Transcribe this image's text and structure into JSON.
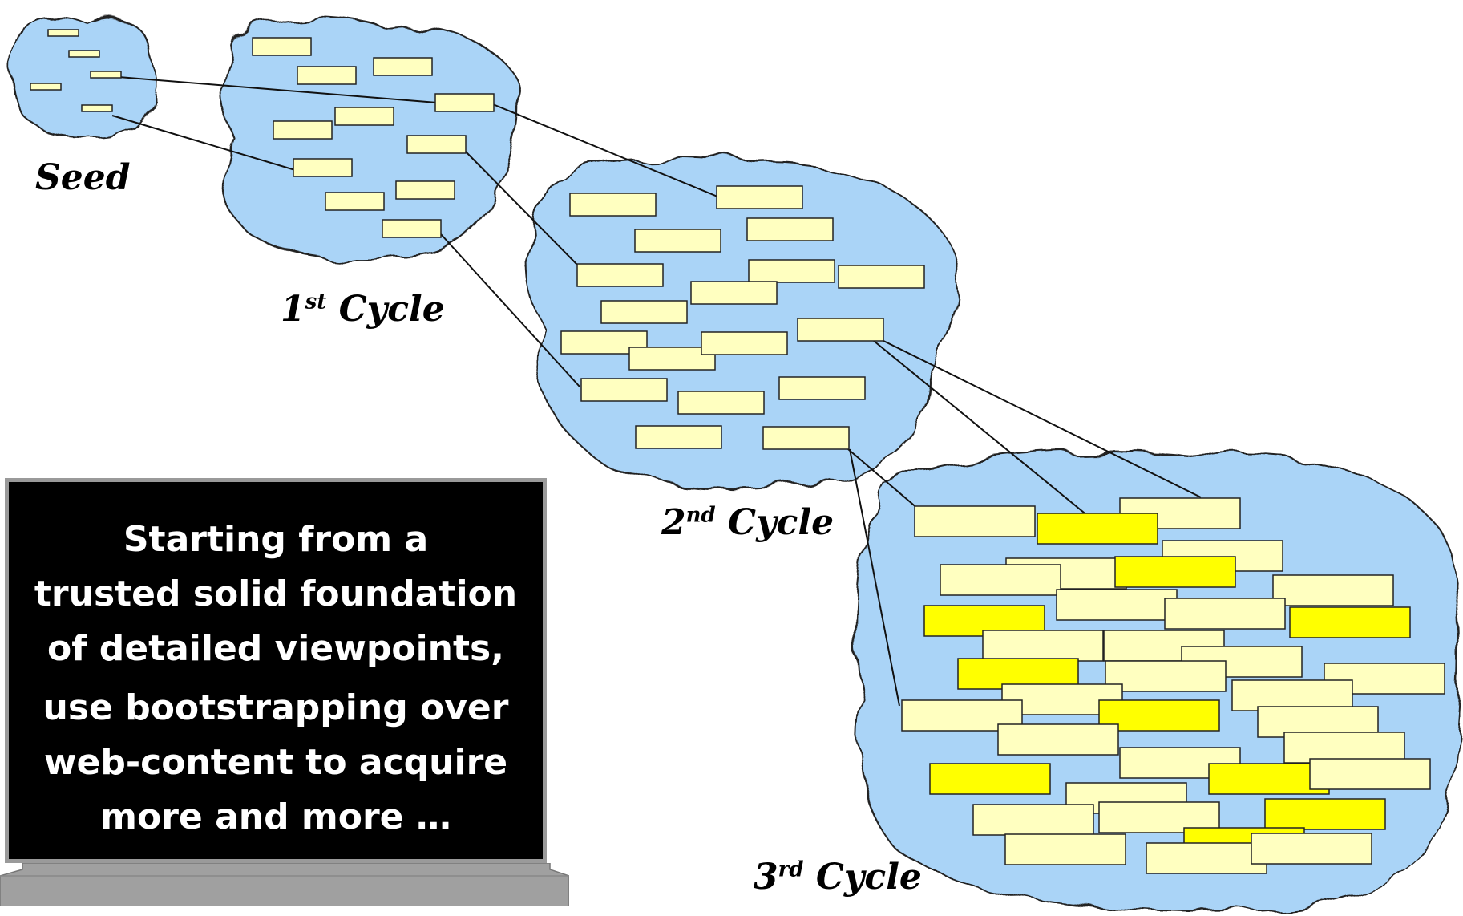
{
  "labels": {
    "seed": "Seed",
    "cycle1": {
      "num": "1",
      "sup": "st",
      "word": "Cycle"
    },
    "cycle2": {
      "num": "2",
      "sup": "nd",
      "word": "Cycle"
    },
    "cycle3": {
      "num": "3",
      "sup": "rd",
      "word": "Cycle"
    }
  },
  "board": {
    "lines": [
      "Starting from a",
      "trusted solid foundation",
      "of detailed viewpoints,",
      "use bootstrapping over",
      "web-content to acquire",
      "more and more …"
    ]
  },
  "colors": {
    "cloud_fill": "#aad4f7",
    "cloud_stroke": "#222222",
    "box_fill": "#ffffc0",
    "box_highlight": "#ffff00",
    "box_stroke": "#222222",
    "board_bg": "#000000",
    "board_text": "#ffffff",
    "board_frame": "#9a9a9a"
  }
}
